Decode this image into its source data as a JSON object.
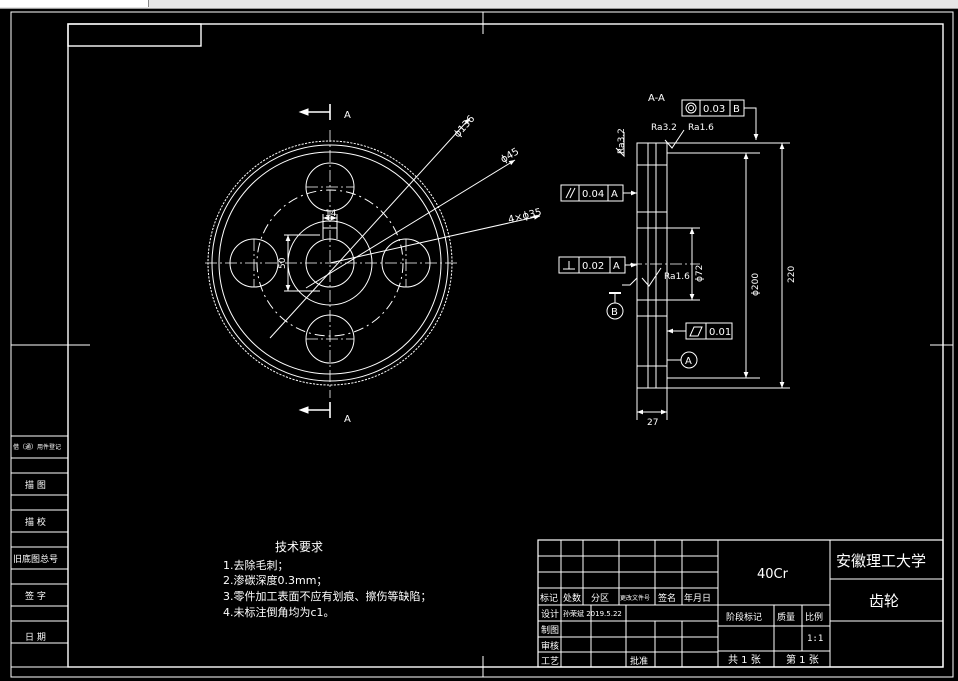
{
  "section_labels": {
    "a_top": "A",
    "a_bottom": "A",
    "view_title": "A-A"
  },
  "dims": {
    "d136": "ϕ136",
    "d45": "ϕ45",
    "d35": "4×ϕ35",
    "d14": "14",
    "d50": "50",
    "d72": "ϕ72",
    "d200": "ϕ200",
    "d220": "220",
    "d27": "27"
  },
  "roughness": {
    "r1": "Ra3.2",
    "r2": "Ra3.2",
    "r3": "Ra1.6",
    "r4": "Ra1.6"
  },
  "tolerances": {
    "coax_value": "0.03",
    "coax_datum": "B",
    "parallel_value": "0.04",
    "parallel_datum": "A",
    "perp_value": "0.02",
    "perp_datum": "A",
    "flat_value": "0.01"
  },
  "datums": {
    "b": "B",
    "a": "A"
  },
  "tech": {
    "title": "技术要求",
    "items": [
      "1.去除毛刺；",
      "2.渗碳深度0.3mm；",
      "3.零件加工表面不应有划痕、擦伤等缺陷；",
      "4.未标注倒角均为c1。"
    ]
  },
  "side_table": [
    "借（通）用件登记",
    "描  图",
    "描  校",
    "旧底图总号",
    "签  字",
    "日  期"
  ],
  "title_block": {
    "material": "40Cr",
    "school": "安徽理工大学",
    "part": "齿轮",
    "h_mark": "标记",
    "h_count": "处数",
    "h_zone": "分区",
    "h_docno": "更改文件号",
    "h_sign": "签名",
    "h_date": "年月日",
    "design": "设计",
    "designer": "孙荣斌 2019.5.22",
    "drawing": "制图",
    "review": "审核",
    "process": "工艺",
    "approve": "批准",
    "stage": "阶段标记",
    "mass": "质量",
    "scale": "比例",
    "scale_value": "1:1",
    "total": "共 1 张",
    "sheet": "第 1 张"
  }
}
